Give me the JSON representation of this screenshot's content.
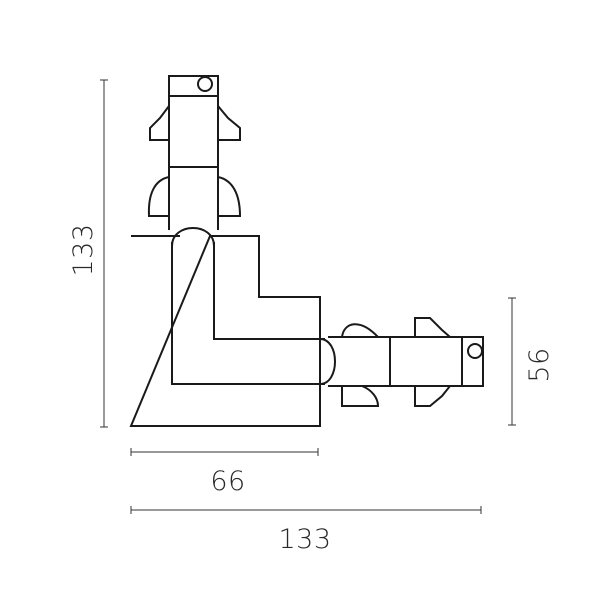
{
  "dimensions": {
    "height_left": "133",
    "width_inner": "66",
    "width_total": "133",
    "height_right": "56"
  },
  "colors": {
    "stroke": "#1a1a1a",
    "background": "#ffffff"
  }
}
